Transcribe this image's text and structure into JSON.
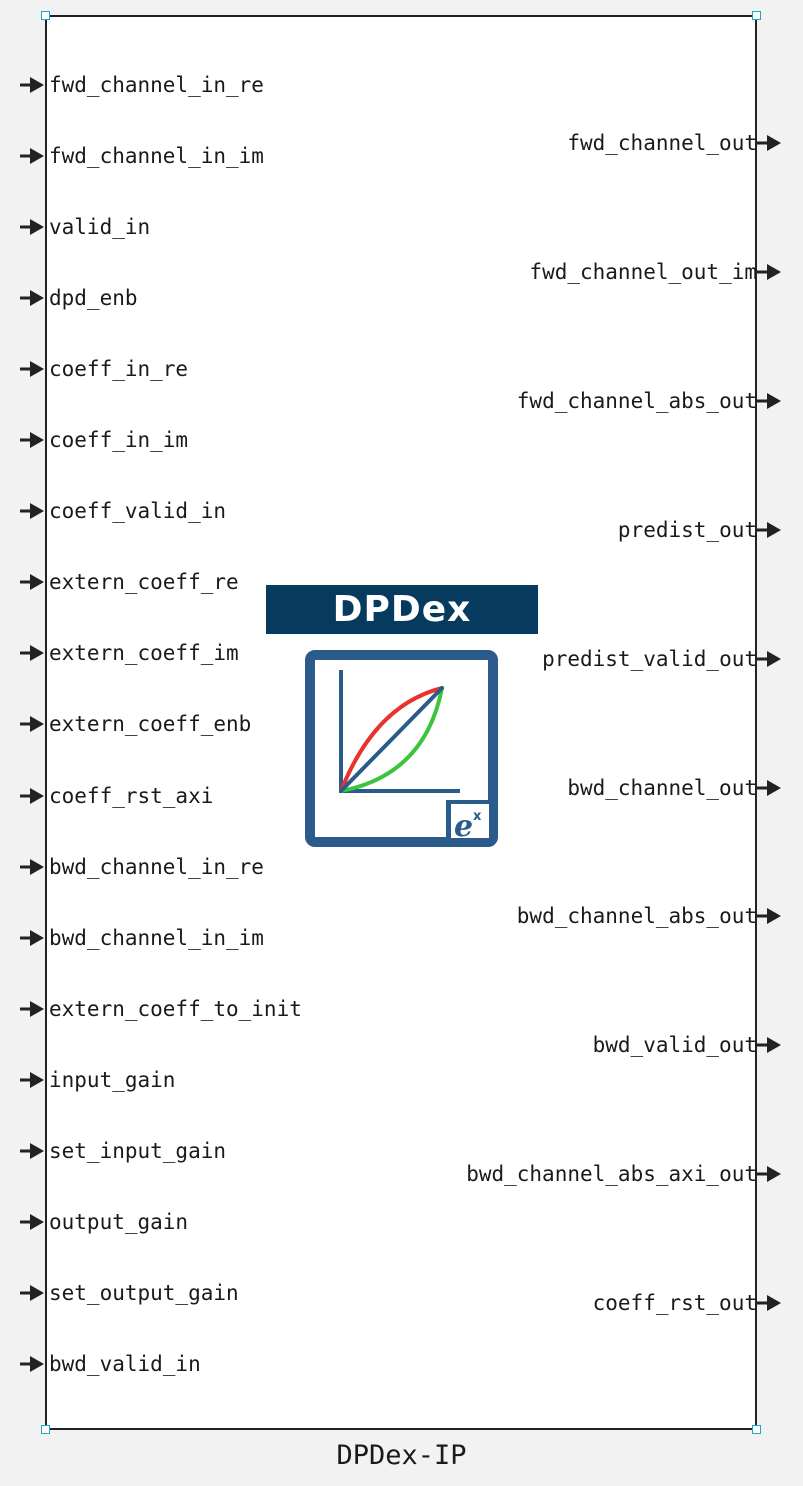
{
  "block": {
    "name": "DPDex-IP",
    "logo_text": "DPDex",
    "inputs": [
      "fwd_channel_in_re",
      "fwd_channel_in_im",
      "valid_in",
      "dpd_enb",
      "coeff_in_re",
      "coeff_in_im",
      "coeff_valid_in",
      "extern_coeff_re",
      "extern_coeff_im",
      "extern_coeff_enb",
      "coeff_rst_axi",
      "bwd_channel_in_re",
      "bwd_channel_in_im",
      "extern_coeff_to_init",
      "input_gain",
      "set_input_gain",
      "output_gain",
      "set_output_gain",
      "bwd_valid_in"
    ],
    "outputs": [
      "fwd_channel_out",
      "fwd_channel_out_im",
      "fwd_channel_abs_out",
      "predist_out",
      "predist_valid_out",
      "bwd_channel_out",
      "bwd_channel_abs_out",
      "bwd_valid_out",
      "bwd_channel_abs_axi_out",
      "coeff_rst_out"
    ]
  },
  "colors": {
    "logo_dark_blue": "#073a5f",
    "logo_frame_blue": "#2b5b8a",
    "curve_red": "#e8322e",
    "curve_green": "#3cc43c",
    "selection_handle": "#1aa7c9"
  },
  "icons": {
    "logo": "predistortion-curve-icon",
    "badge": "ex-badge-icon",
    "port": "arrow-right-icon"
  }
}
